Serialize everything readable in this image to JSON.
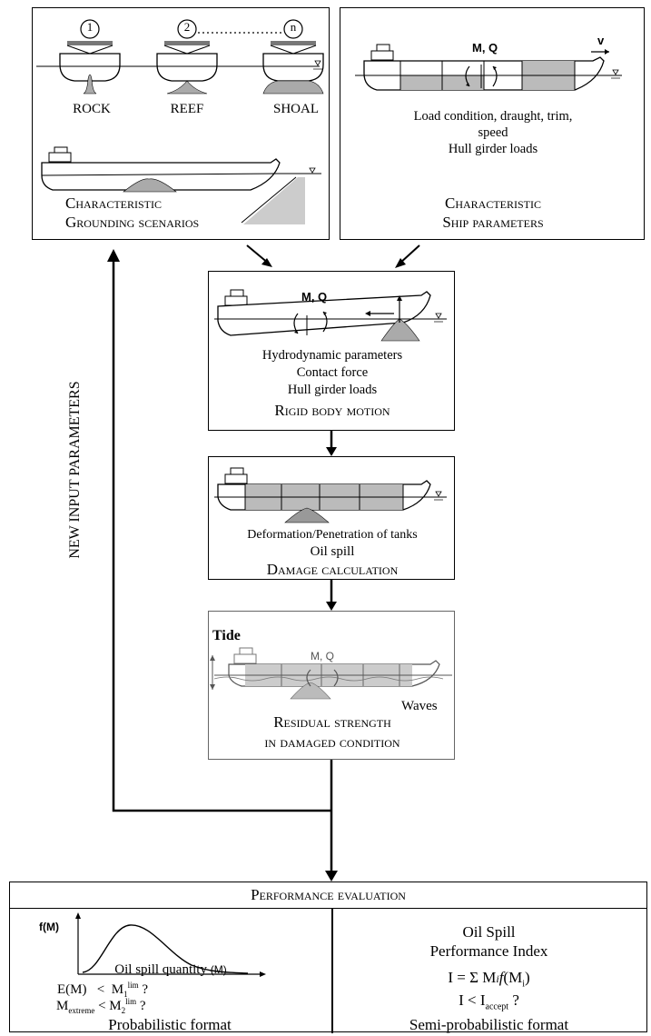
{
  "grounding": {
    "scenario_numbers": [
      "1",
      "2",
      "n"
    ],
    "scenario_labels": [
      "ROCK",
      "REEF",
      "SHOAL"
    ],
    "title_line1": "Characteristic",
    "title_line2": "Grounding scenarios"
  },
  "ship": {
    "moment_label": "M, Q",
    "velocity_label": "v",
    "text_line1": "Load condition, draught, trim,",
    "text_line2": "speed",
    "text_line3": "Hull girder loads",
    "title_line1": "Characteristic",
    "title_line2": "Ship parameters"
  },
  "side_label": "NEW INPUT PARAMETERS",
  "rigid": {
    "moment_label": "M, Q",
    "line1": "Hydrodynamic parameters",
    "line2": "Contact force",
    "line3": "Hull girder loads",
    "title": "Rigid body motion"
  },
  "damage": {
    "line1": "Deformation/Penetration of tanks",
    "line2": "Oil spill",
    "title": "Damage calculation"
  },
  "residual": {
    "tide_label": "Tide",
    "moment_label": "M, Q",
    "waves_label": "Waves",
    "title_line1": "Residual strength",
    "title_line2": "in damaged condition"
  },
  "performance": {
    "header": "Performance evaluation",
    "left": {
      "y_axis_label": "f(M)",
      "x_label": "Oil spill quantity",
      "x_unit": "(M)",
      "eq1_lhs": "E(M)",
      "eq1_op": "<",
      "eq1_rhs_base": "M",
      "eq1_rhs_sub": "1",
      "eq1_rhs_sup": "lim",
      "eq1_q": "?",
      "eq2_lhs_base": "M",
      "eq2_lhs_sub": "extreme",
      "eq2_op": "<",
      "eq2_rhs_base": "M",
      "eq2_rhs_sub": "2",
      "eq2_rhs_sup": "lim",
      "eq2_q": "?",
      "format": "Probabilistic format"
    },
    "right": {
      "title_line1": "Oil Spill",
      "title_line2": "Performance Index",
      "formula_pre": "I = Σ M",
      "formula_i": "i",
      "formula_f": "f",
      "formula_open": "(M",
      "formula_sub": "i",
      "formula_close": ")",
      "ineq_pre": "I < I",
      "ineq_sub": "accept",
      "ineq_q": "?",
      "format": "Semi-probabilistic format"
    }
  }
}
